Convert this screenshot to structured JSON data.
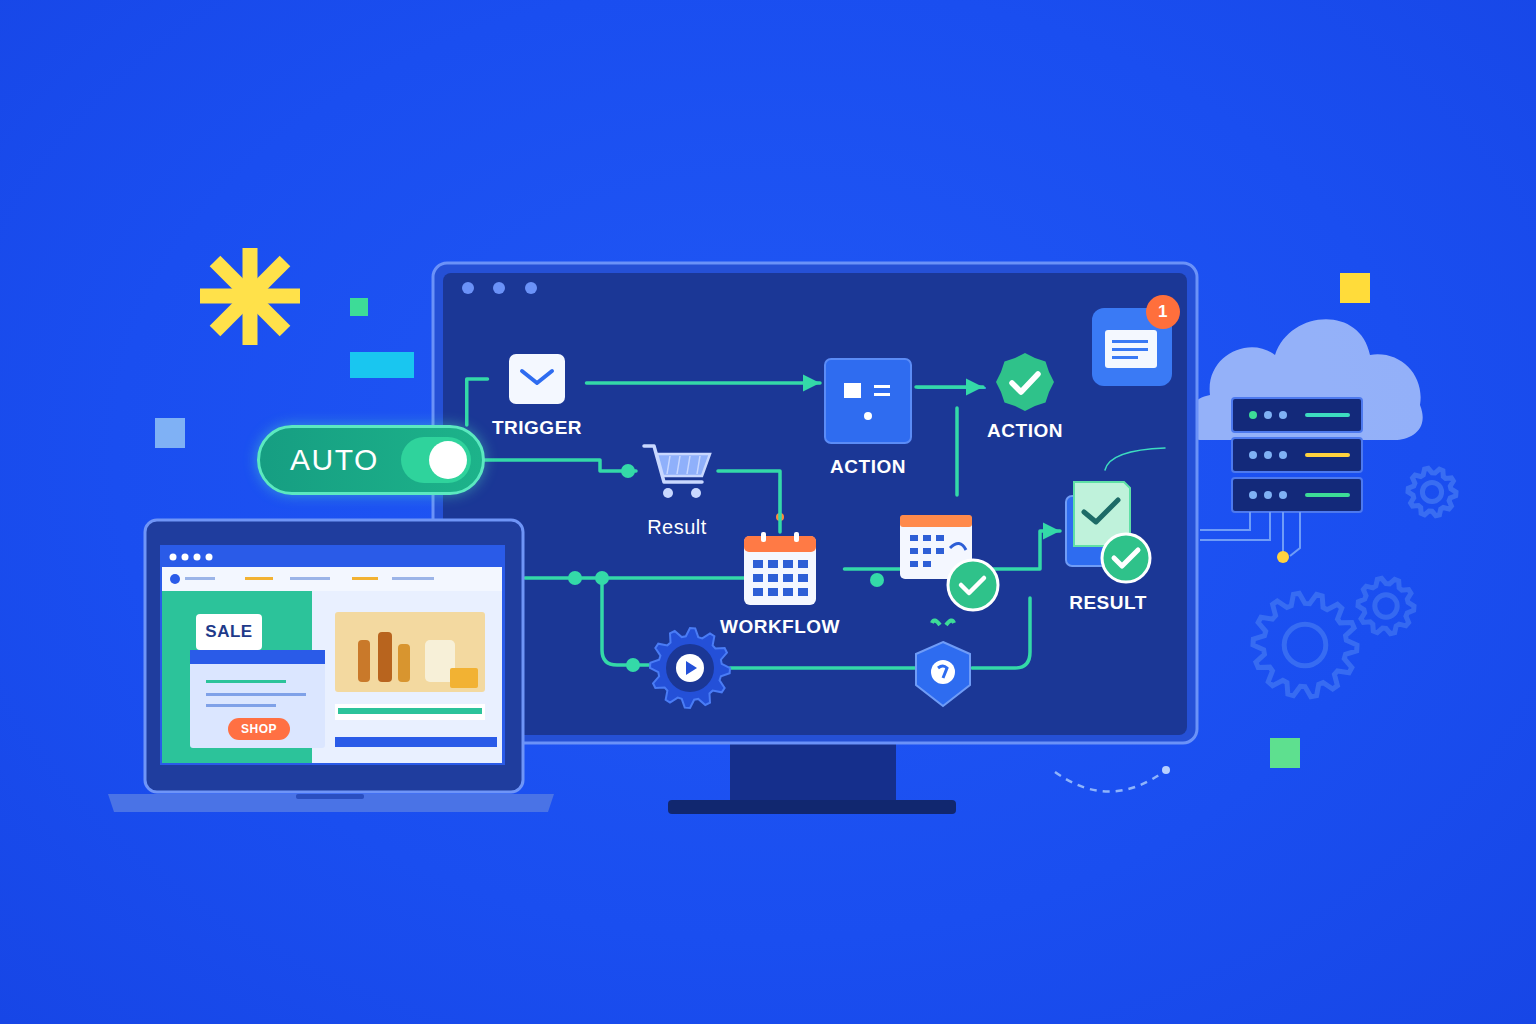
{
  "diagram": {
    "nodes": [
      {
        "text": [
          "AUTO"
        ]
      },
      {
        "text": [
          "TRIGGER"
        ]
      },
      {
        "text": [
          "ACTION"
        ]
      },
      {
        "text": [
          "ACTION"
        ]
      },
      {
        "text": [
          "Result"
        ]
      },
      {
        "text": [
          "WORKFLOW"
        ]
      },
      {
        "text": [
          "RESULT"
        ]
      },
      {
        "text": [
          "1"
        ]
      },
      {
        "text": [
          "SALE"
        ]
      },
      {
        "text": [
          "SHOP"
        ]
      }
    ],
    "edges": [
      {
        "from": 0,
        "to": 1,
        "arrow": "none"
      },
      {
        "from": 0,
        "to": 4,
        "arrow": "none"
      },
      {
        "from": 1,
        "to": 2,
        "arrow": "to"
      },
      {
        "from": 2,
        "to": 3,
        "arrow": "to"
      },
      {
        "from": 4,
        "to": 5,
        "arrow": "none"
      },
      {
        "from": 5,
        "to": 6,
        "arrow": "to"
      }
    ]
  }
}
